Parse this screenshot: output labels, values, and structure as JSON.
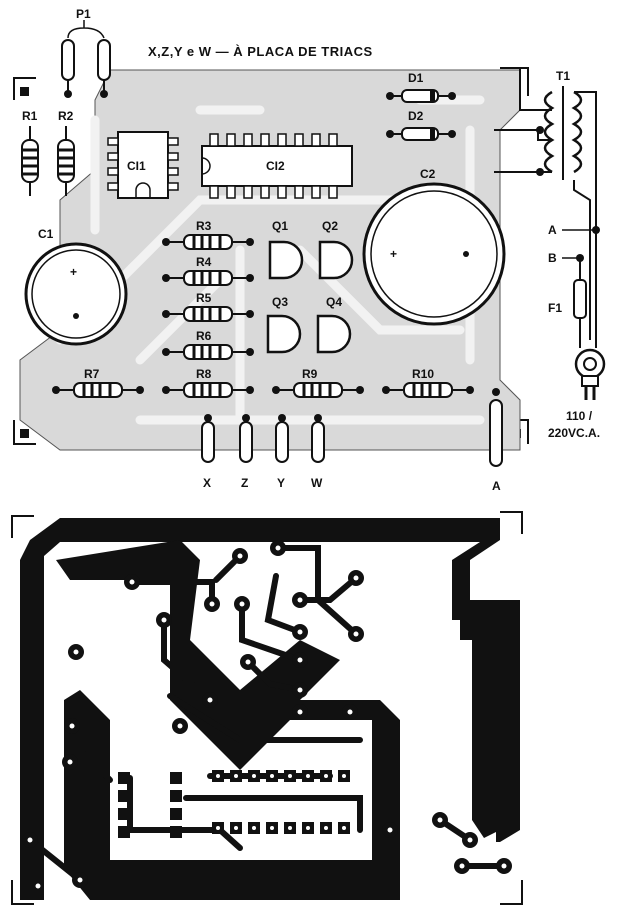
{
  "colors": {
    "ink": "#111111",
    "board": "#d9d9d9",
    "trace_light": "#f2f2f2",
    "background": "#ffffff"
  },
  "diagram": {
    "header": "X,Z,Y e W — À PLACA DE TRIACS",
    "pot": "P1",
    "transformer": "T1",
    "fuse": "F1",
    "mains": {
      "line1": "110 /",
      "line2": "220VC.A."
    },
    "node_a": "A",
    "node_b": "B",
    "diodes": [
      "D1",
      "D2"
    ],
    "ics": [
      "CI1",
      "CI2"
    ],
    "capacitors": [
      "C1",
      "C2"
    ],
    "transistors": [
      "Q1",
      "Q2",
      "Q3",
      "Q4"
    ],
    "resistors": [
      "R1",
      "R2",
      "R3",
      "R4",
      "R5",
      "R6",
      "R7",
      "R8",
      "R9",
      "R10"
    ],
    "outputs": [
      "X",
      "Z",
      "Y",
      "W"
    ],
    "output_a": "A",
    "plus": "+"
  }
}
